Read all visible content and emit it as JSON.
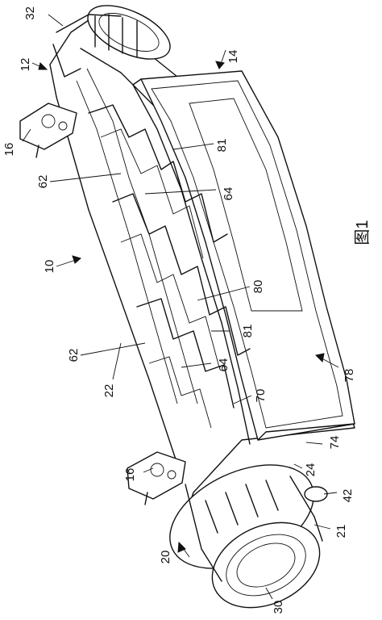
{
  "figure_caption": "图1",
  "reference_labels": {
    "r10": "10",
    "r12": "12",
    "r14": "14",
    "r16a": "16",
    "r16b": "16",
    "r20": "20",
    "r21": "21",
    "r22": "22",
    "r24": "24",
    "r30": "30",
    "r32": "32",
    "r42": "42",
    "r62a": "62",
    "r62b": "62",
    "r64a": "64",
    "r64b": "64",
    "r70": "70",
    "r74": "74",
    "r78": "78",
    "r80": "80",
    "r81a": "81",
    "r81b": "81"
  }
}
